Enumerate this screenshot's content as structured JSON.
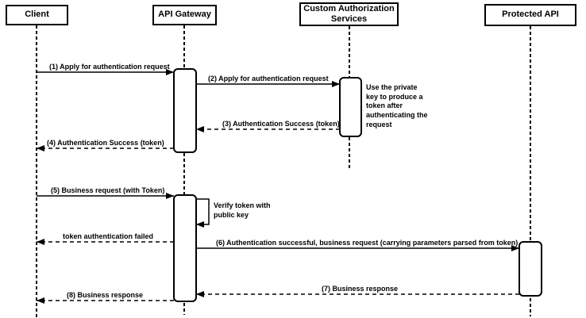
{
  "diagram": {
    "type": "uml-sequence",
    "colors": {
      "line": "#000000",
      "background": "#ffffff",
      "text": "#000000",
      "shape_fill": "#ffffff"
    },
    "participants": [
      {
        "label": "Client"
      },
      {
        "label": "API Gateway"
      },
      {
        "label": "Custom Authorization Services"
      },
      {
        "label": "Protected API"
      }
    ],
    "messages": {
      "m1": "(1) Apply for authentication request",
      "m2": "(2) Apply for authentication request",
      "m3": "(3) Authentication Success (token)",
      "m4": "(4) Authentication Success (token)",
      "m5": "(5) Business request (with Token)",
      "token_failed": "token authentication failed",
      "m6": "(6) Authentication successful, business request (carrying parameters parsed from token)",
      "m7": "(7) Business response",
      "m8": "(8) Business response"
    },
    "notes": {
      "private_key": "Use the private key to produce a token after authenticating the request",
      "verify_token": "Verify token with public key"
    }
  }
}
